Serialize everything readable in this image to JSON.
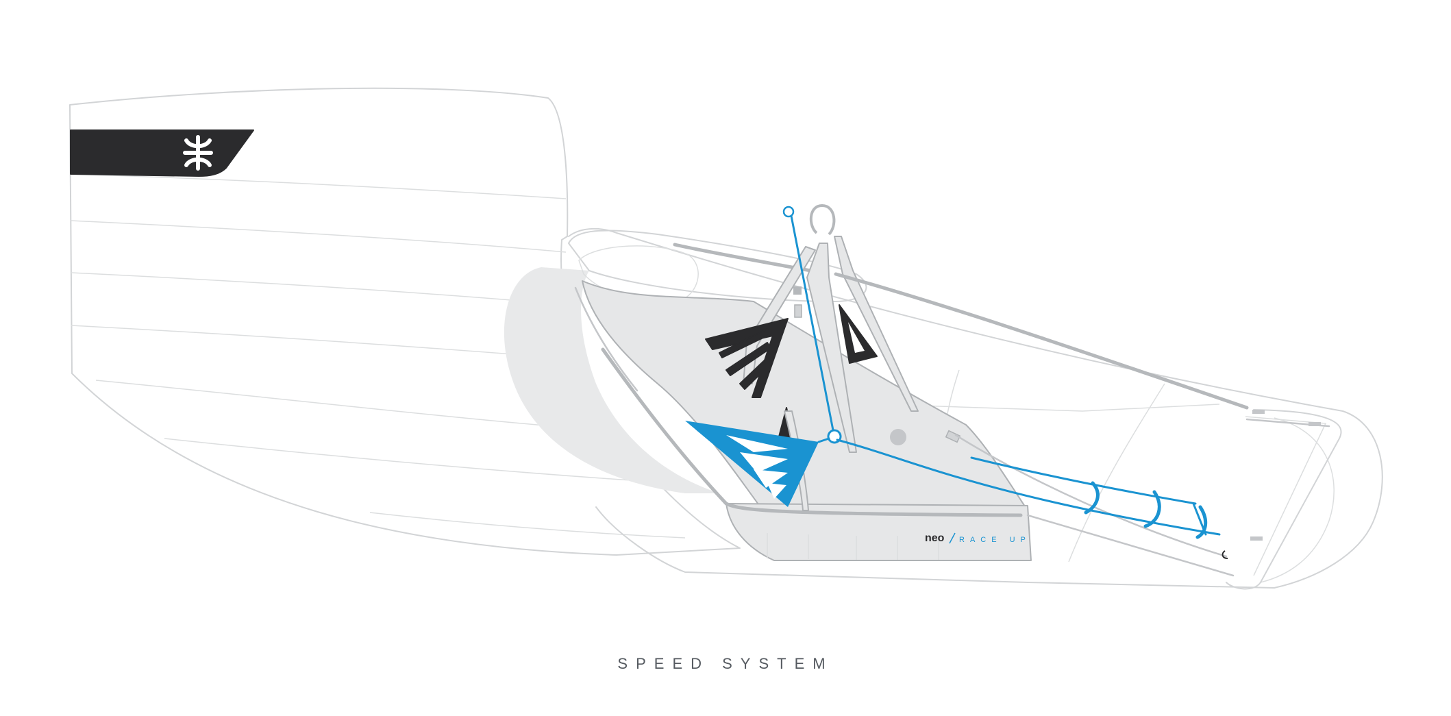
{
  "caption": "SPEED SYSTEM",
  "brand": {
    "model": "neo",
    "variant": "RACE UP"
  },
  "colors": {
    "speed_system_blue": "#1a93d1",
    "dark_panel": "#2b2b2d",
    "outline_grey": "#d2d4d6",
    "strap_grey": "#e6e7e8",
    "caption_text": "#555a60"
  },
  "icons": {
    "logo": "neo-logo-icon"
  }
}
